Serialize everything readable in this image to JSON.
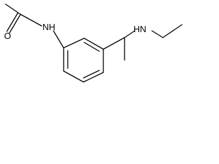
{
  "molecule": {
    "atoms": {
      "acetamide_oxygen": "O",
      "acetamide_nitrogen": "NH",
      "amine_nitrogen": "HN"
    }
  },
  "colors": {
    "bond": "#000000",
    "label": "#000000",
    "background": "#ffffff"
  }
}
